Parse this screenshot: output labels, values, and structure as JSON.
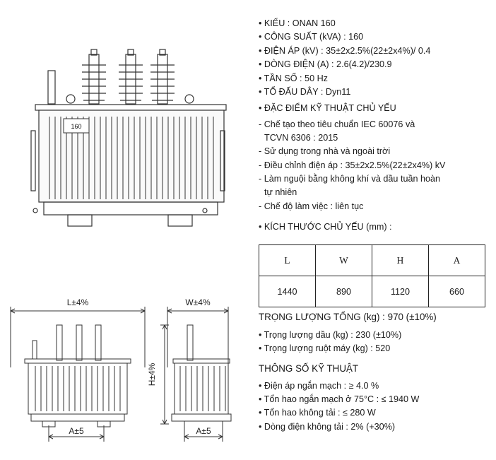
{
  "specs_top": [
    "• KIỂU : ONAN 160",
    "• CÔNG SUẤT (kVA) :   160",
    "• ĐIỆN ÁP (kV) :  35±2x2.5%(22±2x4%)/ 0.4",
    "• DÒNG ĐIỆN (A) :  2.6(4.2)/230.9",
    "• TẦN SỐ : 50 Hz",
    "• TỔ ĐẤU DÂY :  Dyn11",
    "• ĐẶC ĐIỂM KỸ THUẬT CHỦ YẾU"
  ],
  "features": [
    "- Chế tạo theo tiêu chuẩn IEC 60076 và",
    "TCVN 6306 : 2015",
    "- Sử dụng trong nhà và ngoài trời",
    "- Điều chỉnh điện áp :  35±2x2.5%(22±2x4%) kV",
    "- Làm nguội bằng không khí và dầu tuần hoàn",
    "tự nhiên",
    "- Chế độ làm việc : liên tục"
  ],
  "dimensions_heading": "• KÍCH THƯỚC CHỦ YẾU (mm) :",
  "dimensions_table": {
    "headers": [
      "L",
      "W",
      "H",
      "A"
    ],
    "values": [
      "1440",
      "890",
      "1120",
      "660"
    ]
  },
  "weight_heading": "TRỌNG LƯỢNG TỔNG (kg) :  970 (±10%)",
  "weights": [
    "• Trọng lượng dầu (kg) : 230 (±10%)",
    "• Trọng lượng ruột máy (kg) :  520"
  ],
  "tech_heading": "THÔNG SỐ KỸ THUẬT",
  "tech_params": [
    "• Điện áp ngắn mạch :  ≥ 4.0 %",
    "• Tổn hao ngắn mạch ở 75°C : ≤ 1940 W",
    "• Tổn hao không tải :  ≤ 280 W",
    "• Dòng điện không tải :  2% (+30%)"
  ],
  "drawing_labels": {
    "nameplate": "160",
    "front_length": "L±4%",
    "front_a": "A±5",
    "side_width": "W±4%",
    "side_height": "H±4%",
    "side_a": "A±5"
  }
}
